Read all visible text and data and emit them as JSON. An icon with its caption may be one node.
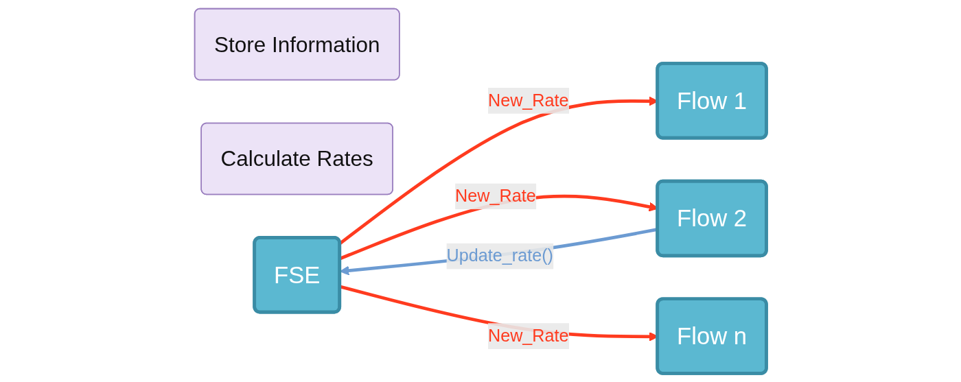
{
  "diagram": {
    "nodes": [
      {
        "text": [
          "Store Information"
        ]
      },
      {
        "text": [
          "Calculate Rates"
        ]
      },
      {
        "text": [
          "FSE"
        ]
      },
      {
        "text": [
          "Flow 1"
        ]
      },
      {
        "text": [
          "Flow 2"
        ]
      },
      {
        "text": [
          "Flow n"
        ]
      }
    ],
    "edges": [
      {
        "from": 2,
        "to": 3,
        "arrow": "to",
        "label": "New_Rate"
      },
      {
        "from": 4,
        "to": 2,
        "arrow": "to",
        "label": "Update_rate()",
        "color": "#6c9bd2"
      },
      {
        "from": 2,
        "to": 4,
        "arrow": "to",
        "label": "New_Rate"
      },
      {
        "from": 2,
        "to": 5,
        "arrow": "to",
        "label": "New_Rate"
      }
    ]
  }
}
